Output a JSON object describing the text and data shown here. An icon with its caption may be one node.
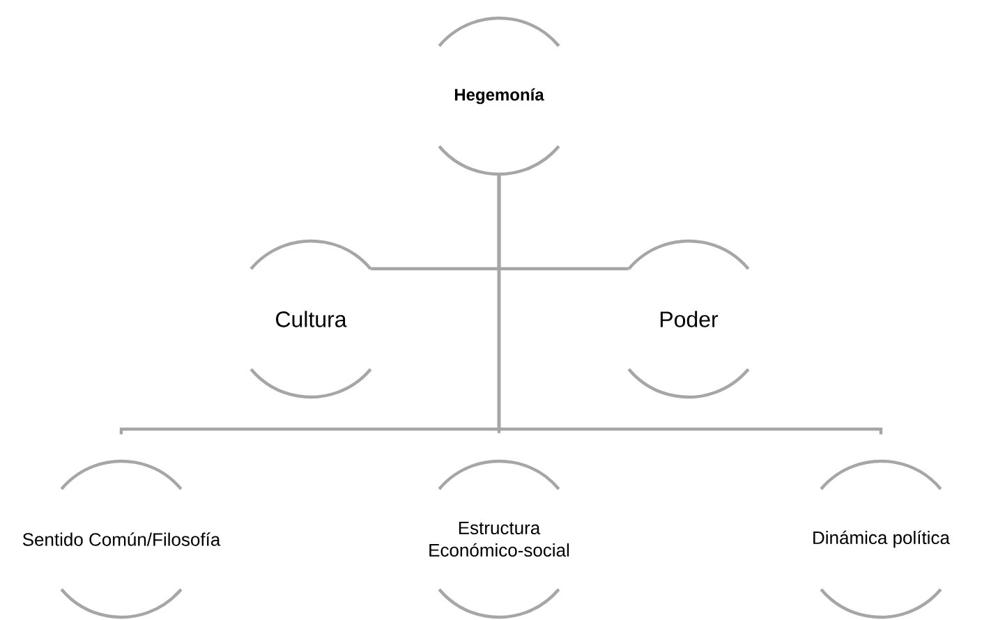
{
  "diagram": {
    "nodes": [
      {
        "text": [
          "Hegemonía"
        ]
      },
      {
        "text": [
          "Cultura"
        ]
      },
      {
        "text": [
          "Poder"
        ]
      },
      {
        "text": [
          "Sentido Común/Filosofía"
        ]
      },
      {
        "text": [
          "Estructura Económico-social"
        ]
      },
      {
        "text": [
          "Dinámica política"
        ]
      }
    ],
    "edges": [
      {
        "from": 0,
        "to": 1,
        "arrow": "none"
      },
      {
        "from": 0,
        "to": 2,
        "arrow": "none"
      },
      {
        "from": 0,
        "to": 3,
        "arrow": "none"
      },
      {
        "from": 0,
        "to": 4,
        "arrow": "none"
      },
      {
        "from": 0,
        "to": 5,
        "arrow": "none"
      }
    ]
  }
}
